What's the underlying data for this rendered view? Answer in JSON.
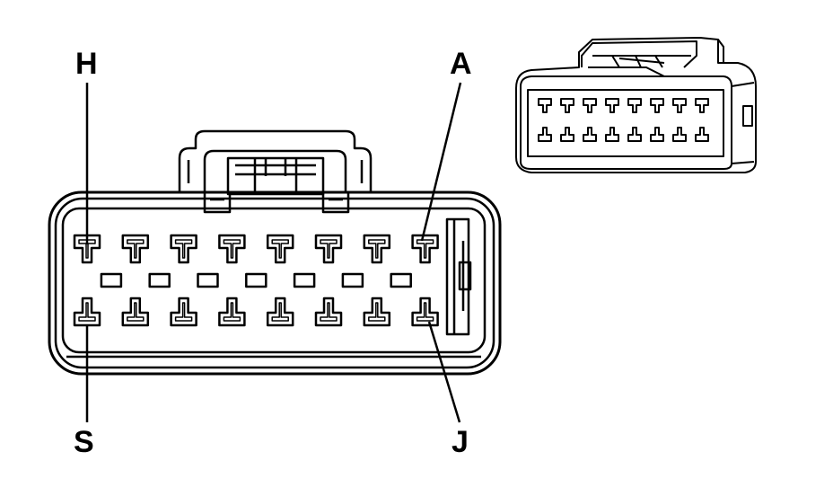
{
  "labels": {
    "top_left": "H",
    "top_right": "A",
    "bottom_left": "S",
    "bottom_right": "J"
  },
  "connector": {
    "top_row_terminals": 8,
    "bottom_row_terminals": 8,
    "middle_slots": 7
  },
  "colors": {
    "ink": "#000000",
    "background": "#ffffff"
  }
}
